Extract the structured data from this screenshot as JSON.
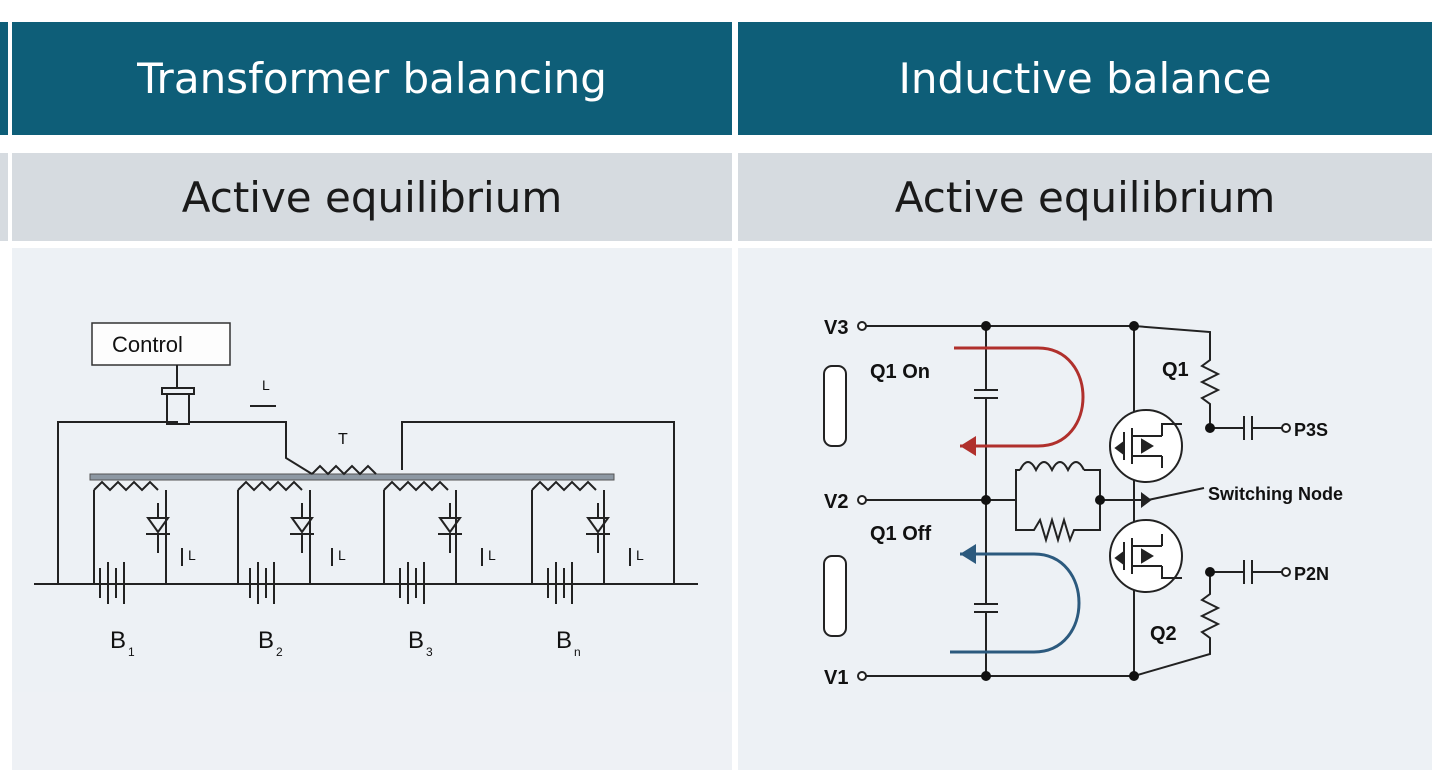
{
  "columns": [
    {
      "header": "Transformer balancing",
      "subheader": "Active equilibrium",
      "diagram": {
        "control_label": "Control",
        "transformer_label": "T",
        "top_label": "L",
        "cells": [
          "B",
          "B",
          "B",
          "B"
        ],
        "cell_subscripts": [
          "1",
          "2",
          "3",
          "n"
        ],
        "coil_labels": [
          "L",
          "L",
          "L",
          "L"
        ]
      }
    },
    {
      "header": "Inductive balance",
      "subheader": "Active equilibrium",
      "diagram": {
        "v3": "V3",
        "v2": "V2",
        "v1": "V1",
        "q1_on": "Q1 On",
        "q1_off": "Q1 Off",
        "q1": "Q1",
        "q2": "Q2",
        "p3s": "P3S",
        "p2n": "P2N",
        "switching_node": "Switching Node"
      }
    }
  ],
  "colors": {
    "header_bg": "#0e5e78",
    "subheader_bg": "#d6dbe0",
    "cell_bg": "#edf1f5",
    "arrow_red": "#b0302c",
    "arrow_blue": "#2c5a7e"
  }
}
